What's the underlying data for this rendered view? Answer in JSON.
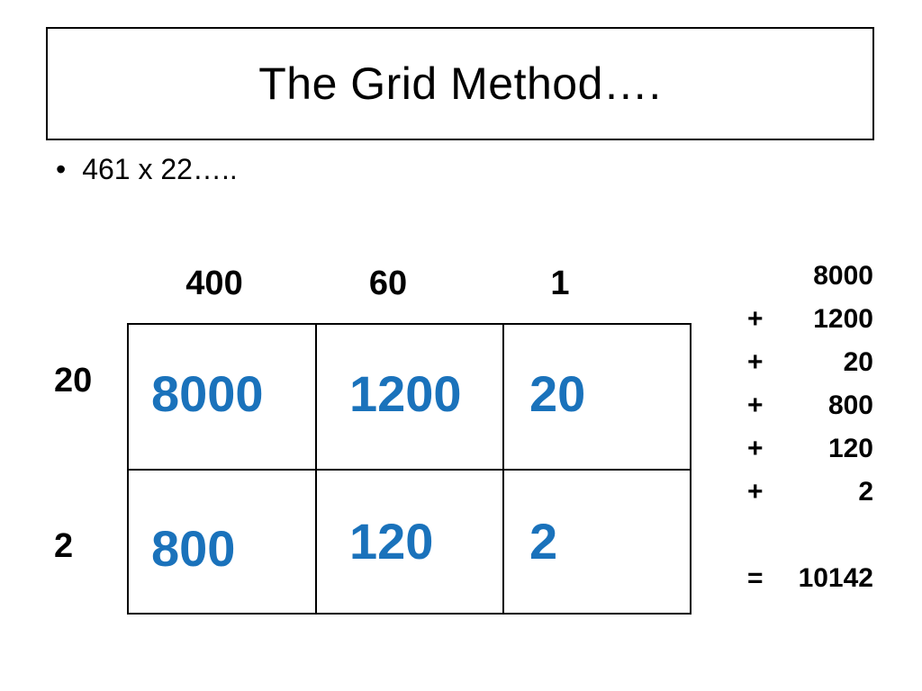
{
  "slide": {
    "title": "The Grid Method….",
    "bullet": "461 x 22….."
  },
  "grid": {
    "column_headers": [
      "400",
      "60",
      "1"
    ],
    "row_headers": [
      "20",
      "2"
    ],
    "cells": [
      [
        "8000",
        "1200",
        "20"
      ],
      [
        "800",
        "120",
        "2"
      ]
    ],
    "cell_color": "#1a72bb"
  },
  "sum": {
    "lines": [
      {
        "op": "",
        "value": "8000"
      },
      {
        "op": "+",
        "value": "1200"
      },
      {
        "op": "+",
        "value": "20"
      },
      {
        "op": "+",
        "value": "800"
      },
      {
        "op": "+",
        "value": "120"
      },
      {
        "op": "+",
        "value": "2"
      }
    ],
    "total_op": "=",
    "total": "10142"
  }
}
